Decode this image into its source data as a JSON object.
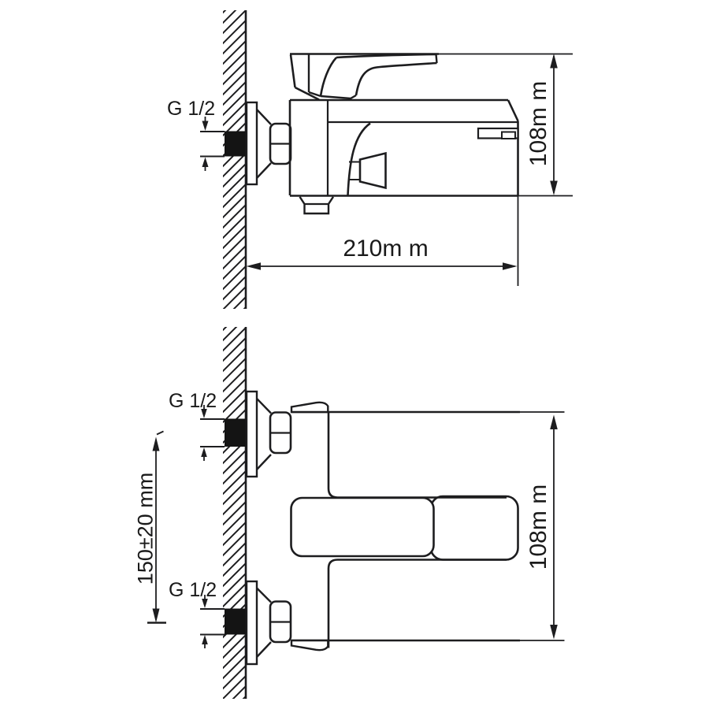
{
  "page": {
    "background": "#ffffff",
    "line_color": "#1d1d1f",
    "text_color": "#1a1a1a"
  },
  "side_view": {
    "thread_label": "G 1/2",
    "width_dim": "210m m",
    "height_dim": "108m m"
  },
  "front_view": {
    "thread_label_top": "G 1/2",
    "thread_label_bottom": "G 1/2",
    "inlet_distance_dim": "150±20 mm",
    "height_dim": "108m m"
  }
}
